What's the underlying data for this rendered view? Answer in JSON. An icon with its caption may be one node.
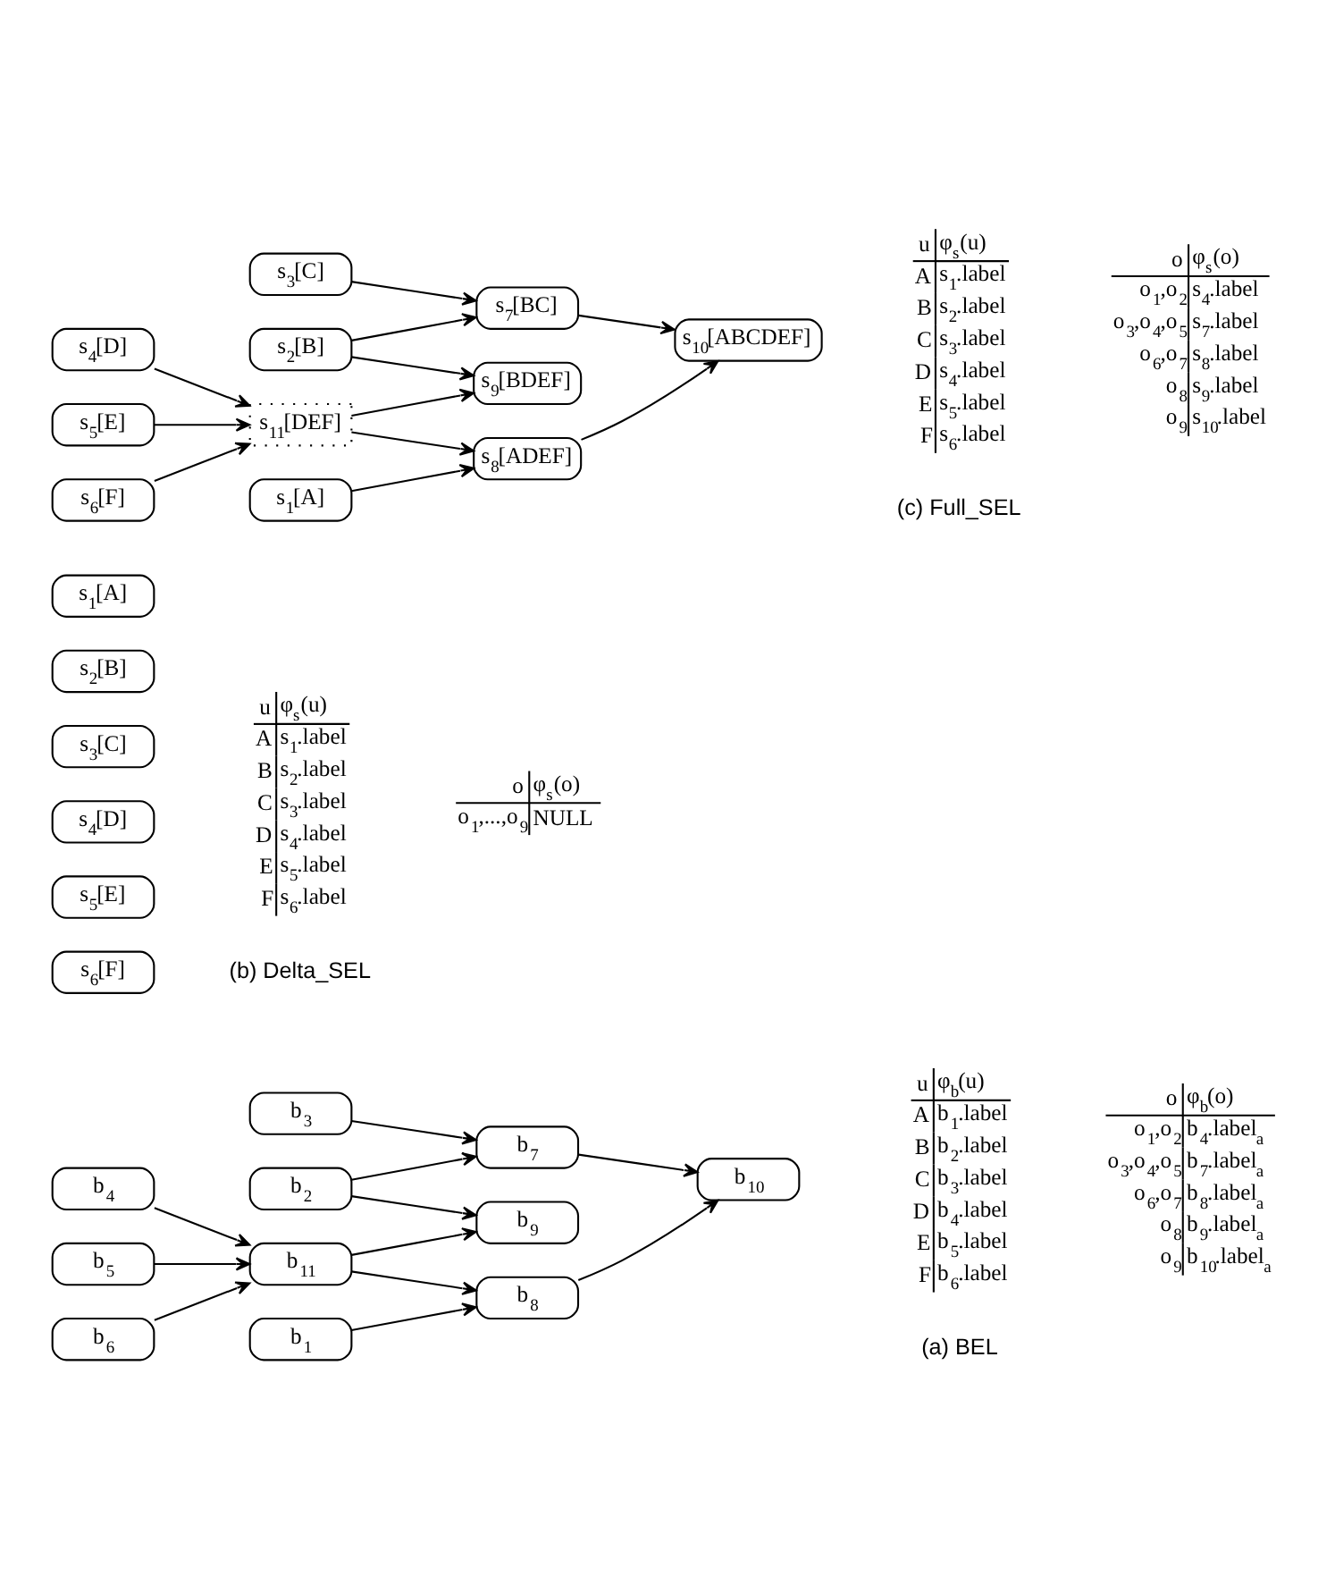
{
  "diagram": {
    "nodes": [
      {
        "text": [
          "b$_{1}$"
        ]
      },
      {
        "text": [
          "b$_{2}$"
        ]
      },
      {
        "text": [
          "b$_{3}$"
        ]
      },
      {
        "text": [
          "b$_{4}$"
        ]
      },
      {
        "text": [
          "b$_{5}$"
        ]
      },
      {
        "text": [
          "b$_{6}$"
        ]
      },
      {
        "text": [
          "b$_{7}$"
        ]
      },
      {
        "text": [
          "b$_{8}$"
        ]
      },
      {
        "text": [
          "b$_{9}$"
        ]
      },
      {
        "text": [
          "b$_{10}$"
        ]
      },
      {
        "text": [
          "b$_{11}$"
        ]
      },
      {
        "text": [
          "s$_{1}$[A]"
        ]
      },
      {
        "text": [
          "s$_{2}$[B]"
        ]
      },
      {
        "text": [
          "s$_{3}$[C]"
        ]
      },
      {
        "text": [
          "s$_{4}$[D]"
        ]
      },
      {
        "text": [
          "s$_{5}$[E]"
        ]
      },
      {
        "text": [
          "s$_{6}$[F]"
        ]
      },
      {
        "text": [
          "s$_{1}$[A]"
        ]
      },
      {
        "text": [
          "s$_{2}$[B]"
        ]
      },
      {
        "text": [
          "s$_{3}$[C]"
        ]
      },
      {
        "text": [
          "s$_{4}$[D]"
        ]
      },
      {
        "text": [
          "s$_{5}$[E]"
        ]
      },
      {
        "text": [
          "s$_{6}$[F]"
        ]
      },
      {
        "text": [
          "s$_{7}$[BC]"
        ]
      },
      {
        "text": [
          "s$_{8}$[ADEF]"
        ]
      },
      {
        "text": [
          "s$_{9}$[BDEF]"
        ]
      },
      {
        "text": [
          "s$_{10}$[ABCDEF]"
        ]
      },
      {
        "text": [
          "s$_{11}$[DEF]"
        ]
      }
    ],
    "edges": [
      {
        "from": 0,
        "to": 7,
        "arrow": "to"
      },
      {
        "from": 1,
        "to": 6,
        "arrow": "to"
      },
      {
        "from": 2,
        "to": 6,
        "arrow": "to"
      },
      {
        "from": 1,
        "to": 8,
        "arrow": "to"
      },
      {
        "from": 6,
        "to": 9,
        "arrow": "to"
      },
      {
        "from": 7,
        "to": 9,
        "arrow": "to"
      },
      {
        "from": 3,
        "to": 10,
        "arrow": "to"
      },
      {
        "from": 4,
        "to": 10,
        "arrow": "to"
      },
      {
        "from": 5,
        "to": 10,
        "arrow": "to"
      },
      {
        "from": 10,
        "to": 7,
        "arrow": "to"
      },
      {
        "from": 10,
        "to": 8,
        "arrow": "to"
      },
      {
        "from": 17,
        "to": 24,
        "arrow": "to"
      },
      {
        "from": 18,
        "to": 23,
        "arrow": "to"
      },
      {
        "from": 19,
        "to": 23,
        "arrow": "to"
      },
      {
        "from": 18,
        "to": 25,
        "arrow": "to"
      },
      {
        "from": 23,
        "to": 26,
        "arrow": "to"
      },
      {
        "from": 24,
        "to": 26,
        "arrow": "to"
      },
      {
        "from": 20,
        "to": 27,
        "arrow": "to"
      },
      {
        "from": 21,
        "to": 27,
        "arrow": "to"
      },
      {
        "from": 22,
        "to": 27,
        "arrow": "to"
      },
      {
        "from": 27,
        "to": 24,
        "arrow": "to"
      },
      {
        "from": 27,
        "to": 25,
        "arrow": "to"
      }
    ],
    "labels": [
      "u",
      "φ$_{b}$(u)",
      "A",
      "b$_{1}$.label",
      "B",
      "b$_{2}$.label",
      "C",
      "b$_{3}$.label",
      "D",
      "b$_{4}$.label",
      "E",
      "b$_{5}$.label",
      "F",
      "b$_{6}$.label",
      "o",
      "φ$_{b}$(o)",
      "o$_{1}$,o$_{2}$",
      "b$_{4}$.label$_{a}$",
      "o$_{3}$,o$_{4}$,o$_{5}$",
      "b$_{7}$.label$_{a}$",
      "o$_{6}$,o$_{7}$",
      "b$_{8}$.label$_{a}$",
      "o$_{8}$",
      "b$_{9}$.label$_{a}$",
      "o$_{9}$",
      "b$_{10}$.label$_{a}$",
      "(a) BEL",
      "u",
      "φ$_{s}$(u)",
      "A",
      "s$_{1}$.label",
      "B",
      "s$_{2}$.label",
      "C",
      "s$_{3}$.label",
      "D",
      "s$_{4}$.label",
      "E",
      "s$_{5}$.label",
      "F",
      "s$_{6}$.label",
      "o",
      "φ$_{s}$(o)",
      "o$_{1}$,...,o$_{9}$",
      "NULL",
      "(b) Delta_SEL",
      "u",
      "φ$_{s}$(u)",
      "A",
      "s$_{1}$.label",
      "B",
      "s$_{2}$.label",
      "C",
      "s$_{3}$.label",
      "D",
      "s$_{4}$.label",
      "E",
      "s$_{5}$.label",
      "F",
      "s$_{6}$.label",
      "o",
      "φ$_{s}$(o)",
      "o$_{1}$,o$_{2}$",
      "s$_{4}$.label",
      "o$_{3}$,o$_{4}$,o$_{5}$",
      "s$_{7}$.label",
      "o$_{6}$,o$_{7}$",
      "s$_{8}$.label",
      "o$_{8}$",
      "s$_{9}$.label",
      "o$_{9}$",
      "s$_{10}$.label",
      "(c) Full_SEL"
    ]
  }
}
